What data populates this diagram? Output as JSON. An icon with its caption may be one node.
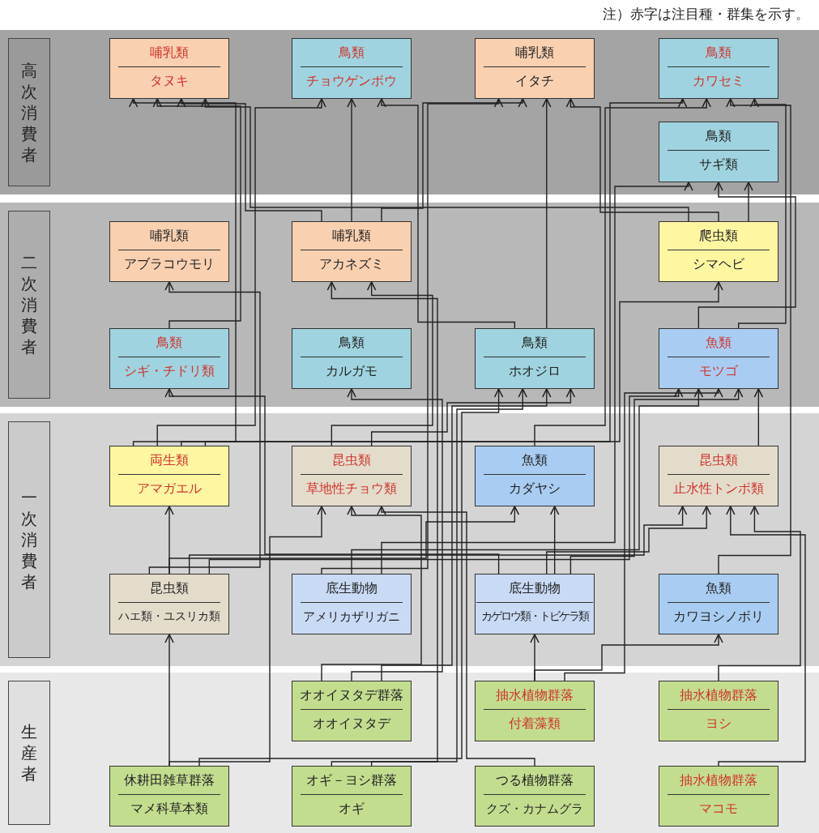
{
  "diagram": {
    "nodes": [
      {
        "text": [
          "高次消費者"
        ]
      },
      {
        "text": [
          "二次消費者"
        ]
      },
      {
        "text": [
          "一次消費者"
        ]
      },
      {
        "text": [
          "生産者"
        ]
      },
      {
        "text": [
          "哺乳類",
          "タヌキ"
        ]
      },
      {
        "text": [
          "鳥類",
          "チョウゲンボウ"
        ]
      },
      {
        "text": [
          "哺乳類",
          "イタチ"
        ]
      },
      {
        "text": [
          "鳥類",
          "カワセミ"
        ]
      },
      {
        "text": [
          "鳥類",
          "サギ類"
        ]
      },
      {
        "text": [
          "哺乳類",
          "アブラコウモリ"
        ]
      },
      {
        "text": [
          "哺乳類",
          "アカネズミ"
        ]
      },
      {
        "text": [
          "爬虫類",
          "シマヘビ"
        ]
      },
      {
        "text": [
          "鳥類",
          "シギ・チドリ類"
        ]
      },
      {
        "text": [
          "鳥類",
          "カルガモ"
        ]
      },
      {
        "text": [
          "鳥類",
          "ホオジロ"
        ]
      },
      {
        "text": [
          "魚類",
          "モツゴ"
        ]
      },
      {
        "text": [
          "両生類",
          "アマガエル"
        ]
      },
      {
        "text": [
          "昆虫類",
          "草地性チョウ類"
        ]
      },
      {
        "text": [
          "魚類",
          "カダヤシ"
        ]
      },
      {
        "text": [
          "昆虫類",
          "止水性トンボ類"
        ]
      },
      {
        "text": [
          "昆虫類",
          "ハエ類・ユスリカ類"
        ]
      },
      {
        "text": [
          "底生動物",
          "アメリカザリガニ"
        ]
      },
      {
        "text": [
          "底生動物",
          "カゲロウ類・トビケラ類"
        ]
      },
      {
        "text": [
          "魚類",
          "カワヨシノボリ"
        ]
      },
      {
        "text": [
          "オオイヌタデ群落",
          "オオイヌタデ"
        ]
      },
      {
        "text": [
          "抽水植物群落",
          "付着藻類"
        ]
      },
      {
        "text": [
          "抽水植物群落",
          "ヨシ"
        ]
      },
      {
        "text": [
          "休耕田雑草群落",
          "マメ科草本類"
        ]
      },
      {
        "text": [
          "オギ－ヨシ群落",
          "オギ"
        ]
      },
      {
        "text": [
          "つる植物群落",
          "クズ・カナムグラ"
        ]
      },
      {
        "text": [
          "抽水植物群落",
          "マコモ"
        ]
      }
    ],
    "edges": [
      {
        "from": 16,
        "to": 4,
        "arrow": "to"
      },
      {
        "from": 12,
        "to": 4,
        "arrow": "to"
      },
      {
        "from": 10,
        "to": 4,
        "arrow": "to"
      },
      {
        "from": 11,
        "to": 4,
        "arrow": "to"
      },
      {
        "from": 10,
        "to": 5,
        "arrow": "to"
      },
      {
        "from": 16,
        "to": 5,
        "arrow": "to"
      },
      {
        "from": 14,
        "to": 5,
        "arrow": "to"
      },
      {
        "from": 10,
        "to": 6,
        "arrow": "to"
      },
      {
        "from": 14,
        "to": 6,
        "arrow": "to"
      },
      {
        "from": 21,
        "to": 6,
        "arrow": "to"
      },
      {
        "from": 11,
        "to": 6,
        "arrow": "to"
      },
      {
        "from": 15,
        "to": 7,
        "arrow": "to"
      },
      {
        "from": 18,
        "to": 7,
        "arrow": "to"
      },
      {
        "from": 23,
        "to": 7,
        "arrow": "to"
      },
      {
        "from": 16,
        "to": 7,
        "arrow": "to"
      },
      {
        "from": 11,
        "to": 8,
        "arrow": "to"
      },
      {
        "from": 15,
        "to": 8,
        "arrow": "to"
      },
      {
        "from": 21,
        "to": 8,
        "arrow": "to"
      },
      {
        "from": 20,
        "to": 9,
        "arrow": "to"
      },
      {
        "from": 17,
        "to": 10,
        "arrow": "to"
      },
      {
        "from": 28,
        "to": 10,
        "arrow": "to"
      },
      {
        "from": 16,
        "to": 11,
        "arrow": "to"
      },
      {
        "from": 22,
        "to": 12,
        "arrow": "to"
      },
      {
        "from": 24,
        "to": 13,
        "arrow": "to"
      },
      {
        "from": 17,
        "to": 14,
        "arrow": "to"
      },
      {
        "from": 24,
        "to": 14,
        "arrow": "to"
      },
      {
        "from": 28,
        "to": 14,
        "arrow": "to"
      },
      {
        "from": 27,
        "to": 14,
        "arrow": "to"
      },
      {
        "from": 25,
        "to": 15,
        "arrow": "to"
      },
      {
        "from": 20,
        "to": 15,
        "arrow": "to"
      },
      {
        "from": 22,
        "to": 15,
        "arrow": "to"
      },
      {
        "from": 19,
        "to": 15,
        "arrow": "to"
      },
      {
        "from": 21,
        "to": 15,
        "arrow": "to"
      },
      {
        "from": 20,
        "to": 16,
        "arrow": "to"
      },
      {
        "from": 27,
        "to": 17,
        "arrow": "to"
      },
      {
        "from": 29,
        "to": 17,
        "arrow": "to"
      },
      {
        "from": 24,
        "to": 17,
        "arrow": "to"
      },
      {
        "from": 22,
        "to": 18,
        "arrow": "to"
      },
      {
        "from": 20,
        "to": 18,
        "arrow": "to"
      },
      {
        "from": 20,
        "to": 19,
        "arrow": "to"
      },
      {
        "from": 22,
        "to": 19,
        "arrow": "to"
      },
      {
        "from": 26,
        "to": 19,
        "arrow": "to"
      },
      {
        "from": 30,
        "to": 19,
        "arrow": "to"
      },
      {
        "from": 27,
        "to": 20,
        "arrow": "to"
      },
      {
        "from": 25,
        "to": 22,
        "arrow": "to"
      },
      {
        "from": 25,
        "to": 23,
        "arrow": "to"
      }
    ],
    "labels": [
      "注）赤字は注目種・群集を示す。"
    ]
  }
}
